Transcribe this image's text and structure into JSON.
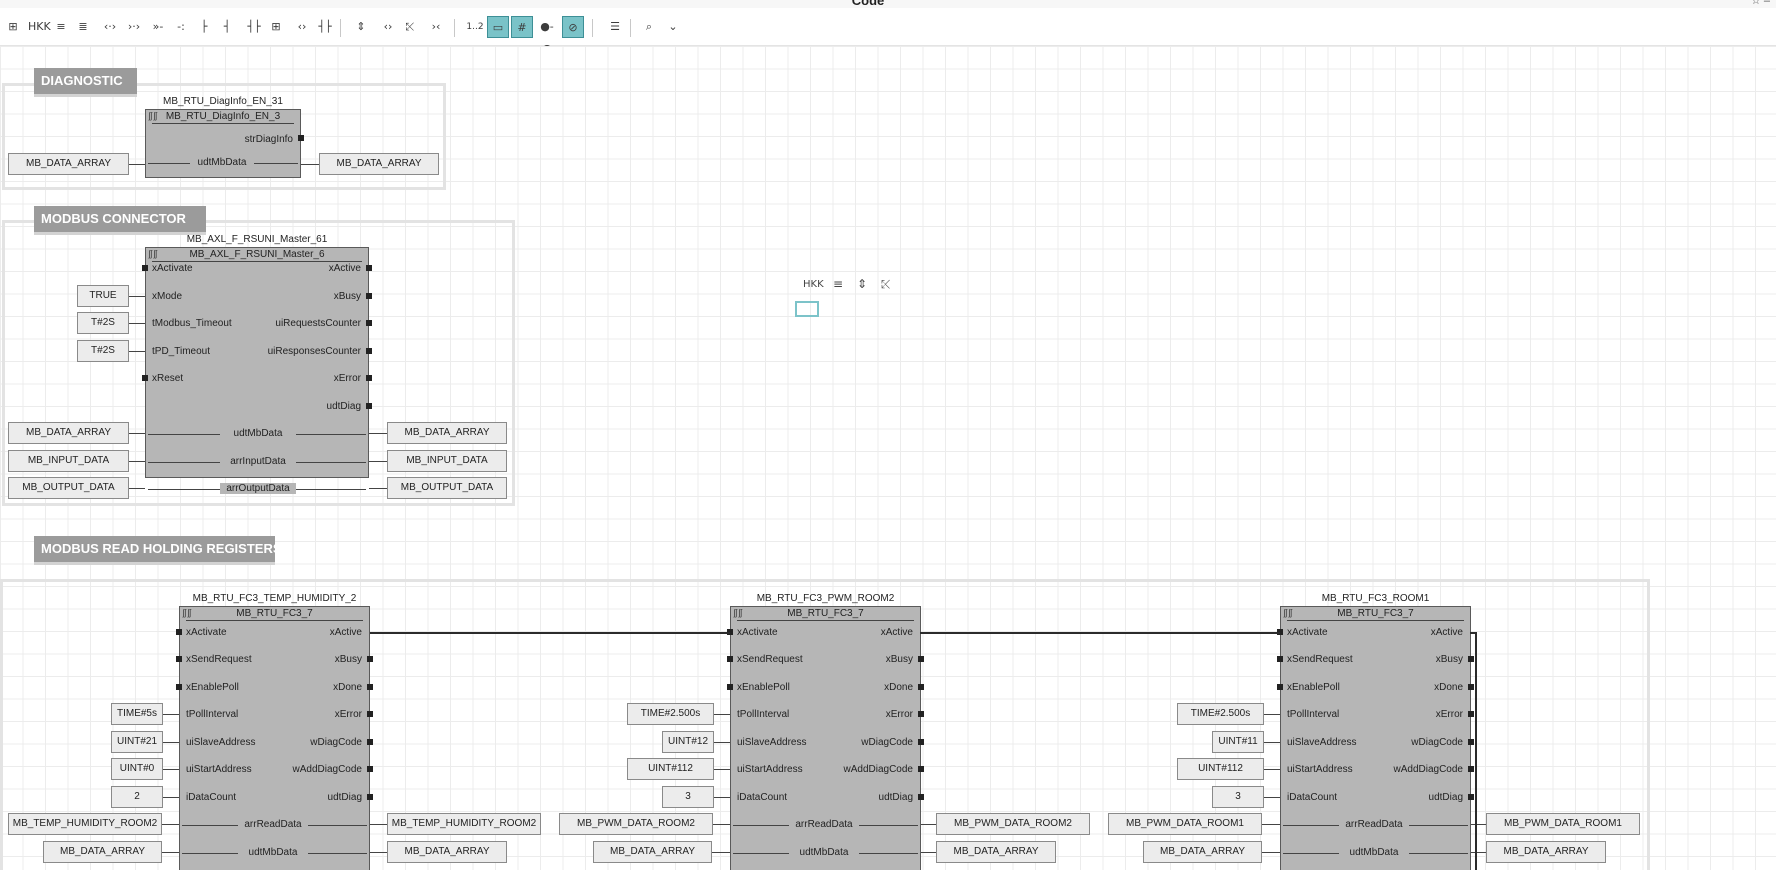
{
  "window": {
    "title": "Code",
    "controls": "☆ –"
  },
  "toolbar": {
    "buttons": [
      {
        "name": "insert-block-icon",
        "glyph": "⊞"
      },
      {
        "name": "monitor-icon",
        "glyph": "HKK"
      },
      {
        "name": "align-icon",
        "glyph": "≡"
      },
      {
        "name": "comment-icon",
        "glyph": "≣"
      },
      {
        "name": "both-connect-icon",
        "glyph": "‹·›"
      },
      {
        "name": "right-connect-icon",
        "glyph": "›·›"
      },
      {
        "name": "chain-icon",
        "glyph": "»-"
      },
      {
        "name": "pin-line-icon",
        "glyph": "-:"
      },
      {
        "name": "input-pin-icon",
        "glyph": "├"
      },
      {
        "name": "output-pin-icon",
        "glyph": "┤"
      },
      {
        "name": "inout-pin-icon",
        "glyph": "┤├"
      },
      {
        "name": "grid-block-icon",
        "glyph": "⊞"
      },
      {
        "name": "brackets-icon",
        "glyph": "‹›"
      },
      {
        "name": "disabled-pins-icon",
        "glyph": "┤├"
      },
      {
        "name": "expand-vertical-icon",
        "glyph": "⇕"
      },
      {
        "name": "expand-horizontal-icon",
        "glyph": "‹›"
      },
      {
        "name": "collapse-vertical-icon",
        "glyph": "⤪"
      },
      {
        "name": "collapse-horizontal-icon",
        "glyph": "›‹"
      },
      {
        "name": "execution-order-button",
        "glyph": "1..2"
      },
      {
        "name": "snap-frame-icon",
        "glyph": "▭"
      },
      {
        "name": "grid-toggle-icon",
        "glyph": "#"
      },
      {
        "name": "connection-icon",
        "glyph": "●-●"
      },
      {
        "name": "highlight-icon",
        "glyph": "⊘"
      },
      {
        "name": "properties-icon",
        "glyph": "☰"
      },
      {
        "name": "search-icon",
        "glyph": "⌕"
      },
      {
        "name": "search-dropdown-icon",
        "glyph": "⌄"
      }
    ]
  },
  "floating_toolbar": {
    "buttons": [
      {
        "name": "monitor-icon",
        "glyph": "HKK"
      },
      {
        "name": "align-icon",
        "glyph": "≡"
      },
      {
        "name": "expand-vertical-icon",
        "glyph": "⇕"
      },
      {
        "name": "collapse-vertical-icon",
        "glyph": "⤪"
      }
    ]
  },
  "groups": {
    "diagnostic": {
      "title": "DIAGNOSTIC"
    },
    "connector": {
      "title": "MODBUS CONNECTOR"
    },
    "holding": {
      "title": "MODBUS READ HOLDING REGISTERS"
    }
  },
  "blocks": {
    "diag": {
      "instance": "MB_RTU_DiagInfo_EN_31",
      "type": "MB_RTU_DiagInfo_EN_3",
      "icon": "∬∬",
      "pins": {
        "strDiagInfo": "strDiagInfo",
        "udtMbData": "udtMbData"
      },
      "vars": {
        "in_data": "MB_DATA_ARRAY",
        "out_data": "MB_DATA_ARRAY"
      }
    },
    "master": {
      "instance": "MB_AXL_F_RSUNI_Master_61",
      "type": "MB_AXL_F_RSUNI_Master_6",
      "icon": "∬∬",
      "inputs": [
        "xActivate",
        "xMode",
        "tModbus_Timeout",
        "tPD_Timeout",
        "xReset"
      ],
      "outputs": [
        "xActive",
        "xBusy",
        "uiRequestsCounter",
        "uiResponsesCounter",
        "xError",
        "udtDiag"
      ],
      "inouts": [
        "udtMbData",
        "arrInputData",
        "arrOutputData"
      ],
      "vars": {
        "xMode": "TRUE",
        "tModbus": "T#2S",
        "tPD": "T#2S",
        "mb_in": "MB_DATA_ARRAY",
        "input_in": "MB_INPUT_DATA",
        "output_in": "MB_OUTPUT_DATA",
        "mb_out": "MB_DATA_ARRAY",
        "input_out": "MB_INPUT_DATA",
        "output_out": "MB_OUTPUT_DATA"
      }
    },
    "fc3_pins": {
      "inputs": [
        "xActivate",
        "xSendRequest",
        "xEnablePoll",
        "tPollInterval",
        "uiSlaveAddress",
        "uiStartAddress",
        "iDataCount"
      ],
      "outputs": [
        "xActive",
        "xBusy",
        "xDone",
        "xError",
        "wDiagCode",
        "wAddDiagCode",
        "udtDiag"
      ],
      "inouts": [
        "arrReadData",
        "udtMbData"
      ]
    },
    "fc3_1": {
      "instance": "MB_RTU_FC3_TEMP_HUMIDITY_2",
      "type": "MB_RTU_FC3_7",
      "icon": "∬∬",
      "vars": {
        "poll": "TIME#5s",
        "slave": "UINT#21",
        "start": "UINT#0",
        "count": "2",
        "read_in": "MB_TEMP_HUMIDITY_ROOM2",
        "mb_in": "MB_DATA_ARRAY",
        "read_out": "MB_TEMP_HUMIDITY_ROOM2",
        "mb_out": "MB_DATA_ARRAY"
      }
    },
    "fc3_2": {
      "instance": "MB_RTU_FC3_PWM_ROOM2",
      "type": "MB_RTU_FC3_7",
      "icon": "∬∬",
      "vars": {
        "poll": "TIME#2.500s",
        "slave": "UINT#12",
        "start": "UINT#112",
        "count": "3",
        "read_in": "MB_PWM_DATA_ROOM2",
        "mb_in": "MB_DATA_ARRAY",
        "read_out": "MB_PWM_DATA_ROOM2",
        "mb_out": "MB_DATA_ARRAY"
      }
    },
    "fc3_3": {
      "instance": "MB_RTU_FC3_ROOM1",
      "type": "MB_RTU_FC3_7",
      "icon": "∬∬",
      "vars": {
        "poll": "TIME#2.500s",
        "slave": "UINT#11",
        "start": "UINT#112",
        "count": "3",
        "read_in": "MB_PWM_DATA_ROOM1",
        "mb_in": "MB_DATA_ARRAY",
        "read_out": "MB_PWM_DATA_ROOM1",
        "mb_out": "MB_DATA_ARRAY"
      }
    }
  }
}
